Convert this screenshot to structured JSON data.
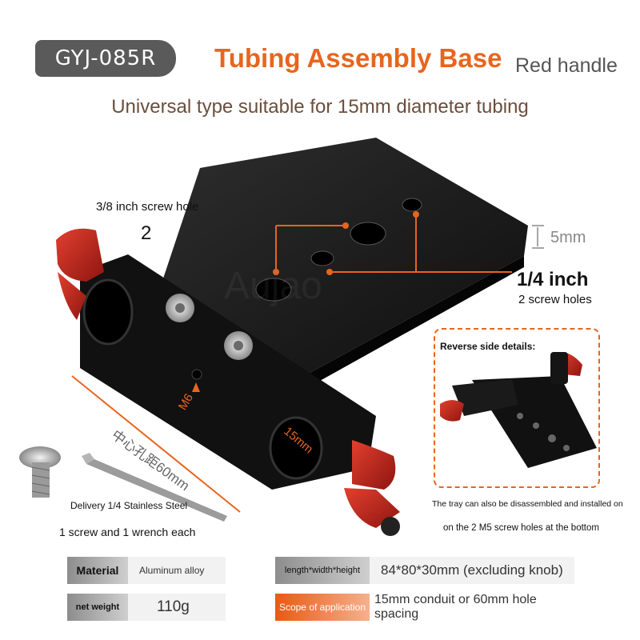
{
  "header": {
    "model": "GYJ-085R",
    "title": "Tubing Assembly Base",
    "handle": "Red handle",
    "subtitle": "Universal type suitable for 15mm diameter tubing"
  },
  "annotations": {
    "screw_hole_38": "3/8 inch screw hole",
    "screw_hole_38_count": "2",
    "thickness": "5mm",
    "screw_hole_14": "1/4 inch",
    "screw_hole_14_count": "2 screw holes",
    "m6": "M6",
    "center_distance": "中心孔距60mm",
    "tube_diameter": "15mm",
    "delivery_line1": "Delivery 1/4 Stainless Steel",
    "delivery_line2": "1 screw and 1 wrench each",
    "watermark": "Aujao"
  },
  "reverse": {
    "title": "Reverse side details:",
    "note_line1": "The tray can also be disassembled and installed on",
    "note_line2": "on the 2 M5 screw holes at the bottom"
  },
  "specs": {
    "material_label": "Material",
    "material_value": "Aluminum alloy",
    "weight_label": "net weight",
    "weight_value": "110g",
    "dims_label": "length*width*height",
    "dims_value": "84*80*30mm (excluding knob)",
    "scope_label": "Scope of application",
    "scope_value": "15mm conduit or 60mm hole spacing"
  },
  "colors": {
    "accent": "#e8651e",
    "badge": "#5a5a5a",
    "knob": "#c9261a",
    "metal": "#1a1a1a"
  }
}
